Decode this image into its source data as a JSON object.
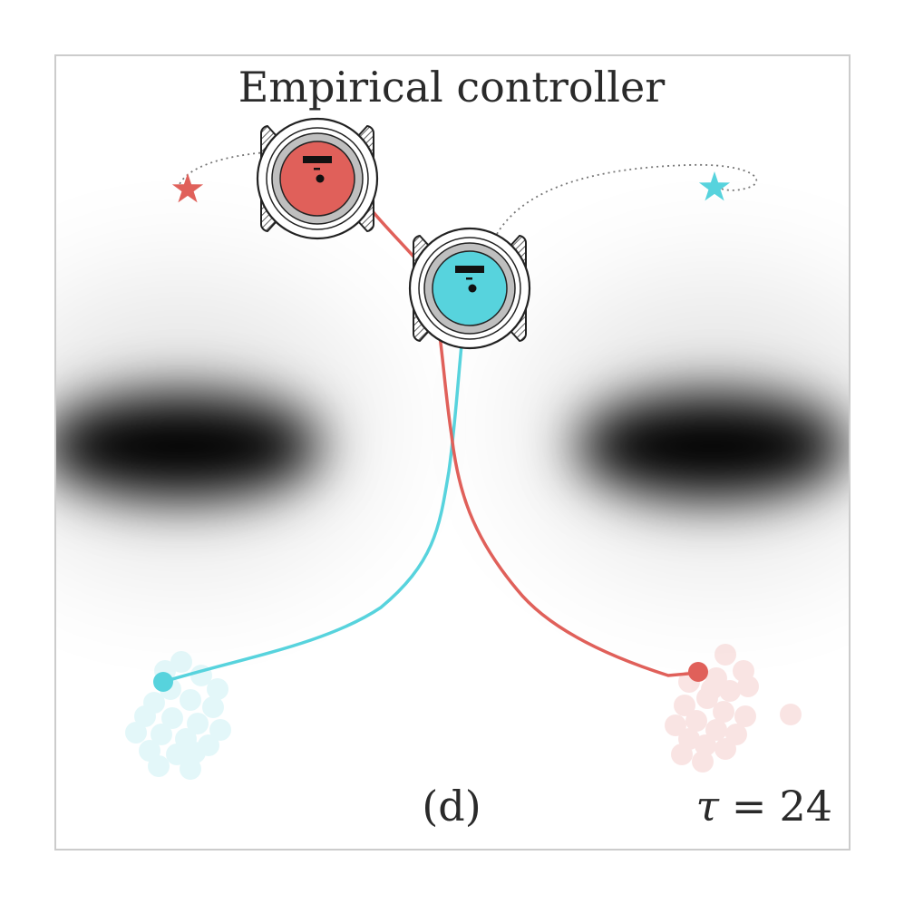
{
  "title": "Empirical controller",
  "panel_label": "(d)",
  "time_symbol": "τ",
  "time_equals": "=",
  "time_value": "24",
  "colors": {
    "red": "#e0605a",
    "cyan": "#57d3dd",
    "frame": "#cccccc",
    "obstacle": "#000000",
    "ghost_path": "#777777"
  },
  "icons": [
    "star-icon",
    "robot-icon"
  ]
}
